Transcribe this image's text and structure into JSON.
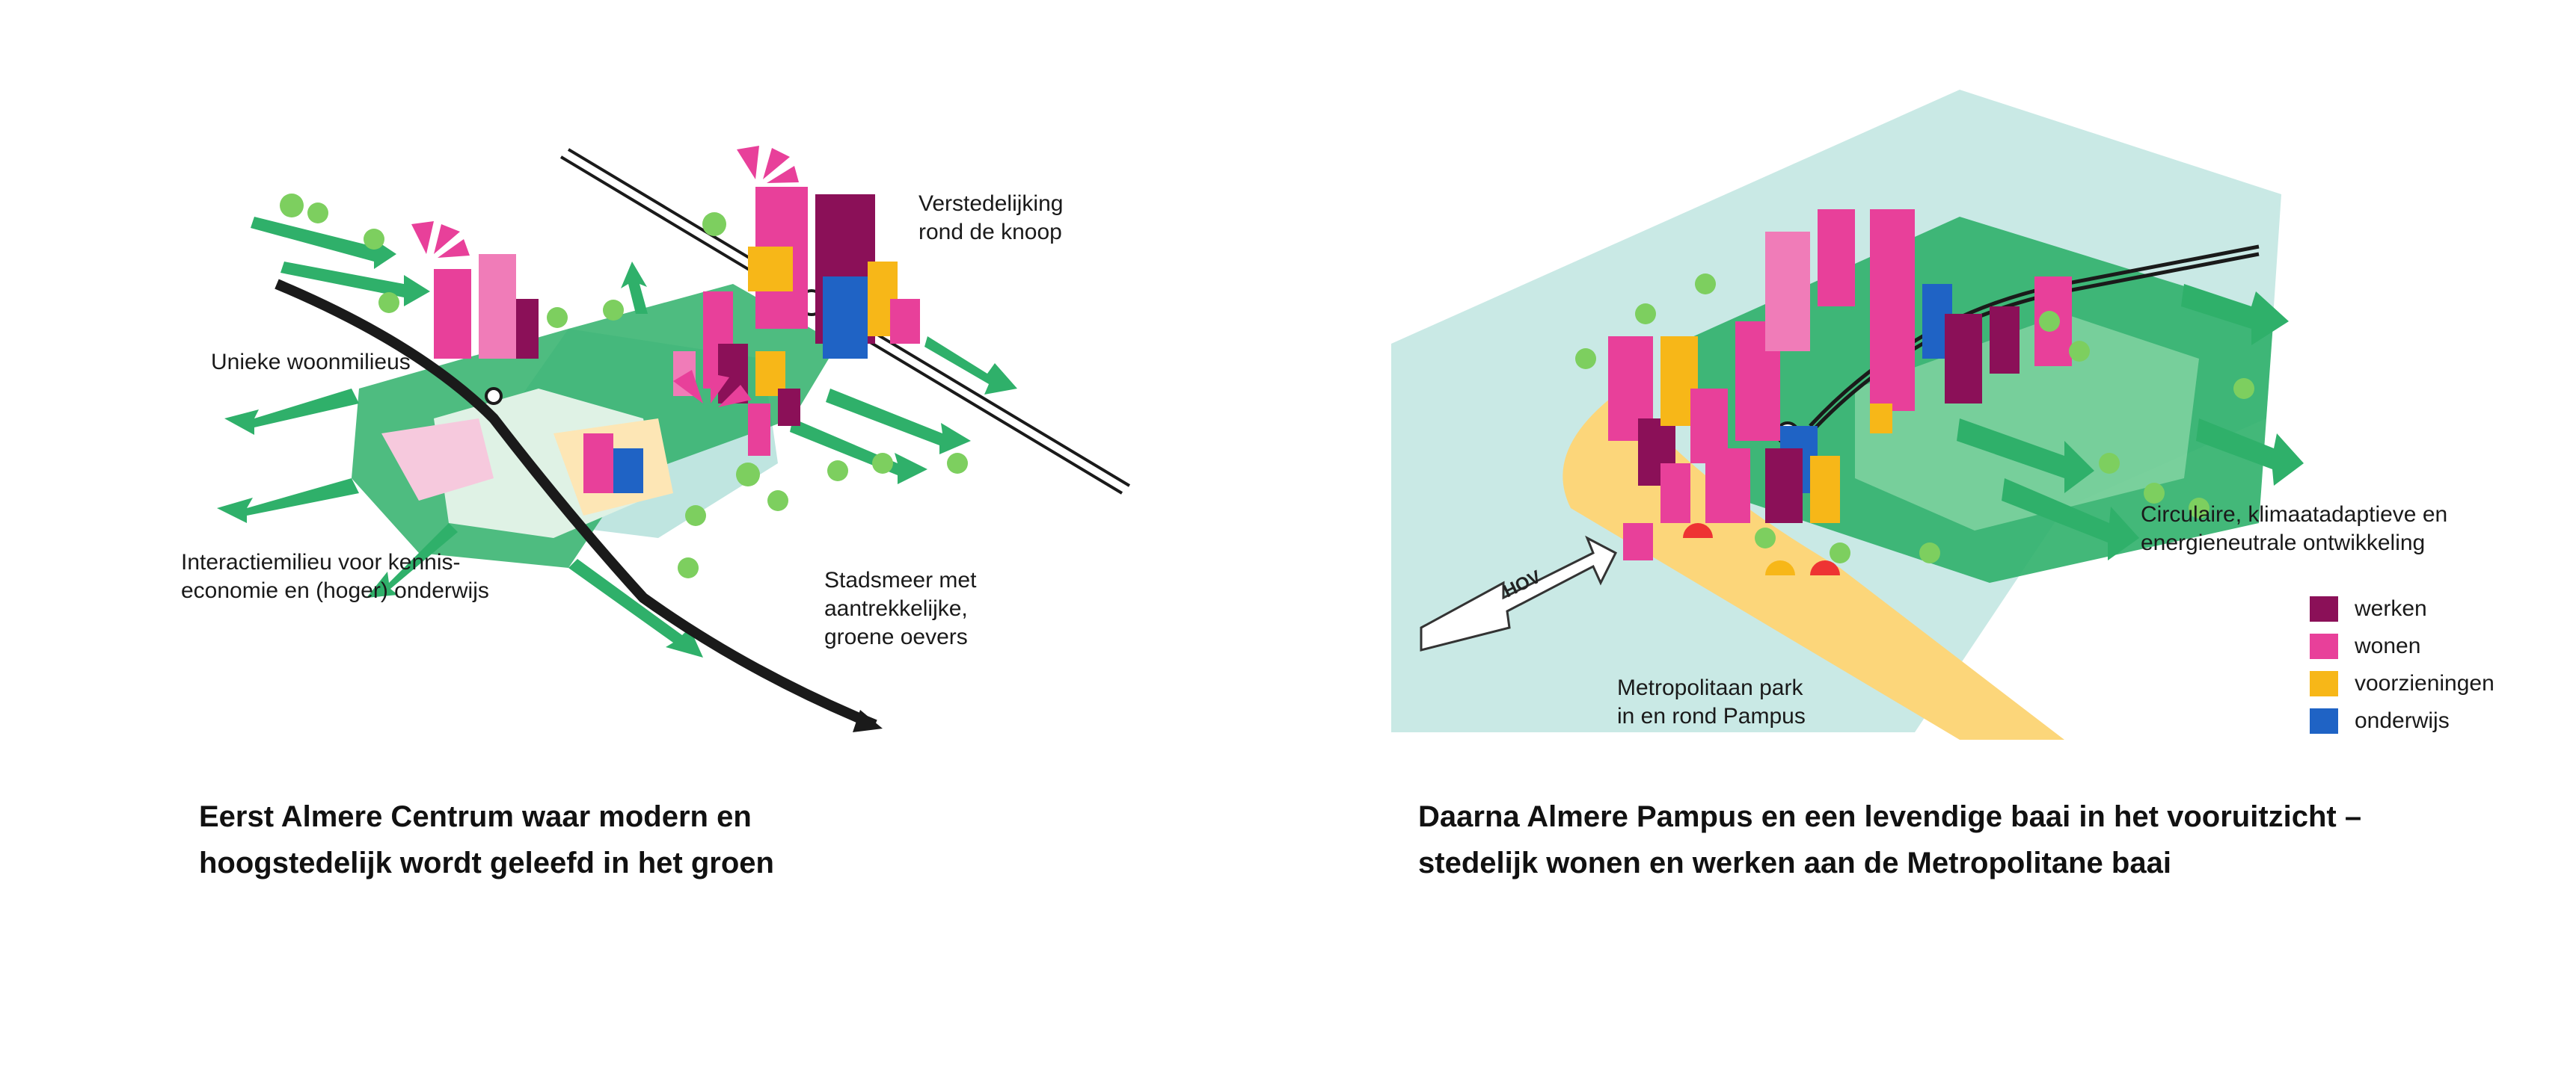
{
  "left_panel": {
    "labels": {
      "verstedelijking": "Verstedelijking\nrond de knoop",
      "unieke": "Unieke woonmilieus",
      "interactie": "Interactiemilieu voor kennis-\neconomie en (hoger) onderwijs",
      "stadsmeer": "Stadsmeer met\naantrekkelijke,\ngroene oevers"
    },
    "caption": "Eerst Almere Centrum waar modern en\nhoogstedelijk wordt geleefd in het groen"
  },
  "right_panel": {
    "labels": {
      "circulaire": "Circulaire, klimaatadaptieve en\nenergieneutrale ontwikkeling",
      "metropolitaan": "Metropolitaan park\nin en rond Pampus",
      "hov": "HOV"
    },
    "caption": "Daarna Almere Pampus en een levendige baai in het vooruitzicht –\nstedelijk wonen en werken aan de Metropolitane baai"
  },
  "legend": [
    {
      "label": "werken",
      "color": "#8b1058"
    },
    {
      "label": "wonen",
      "color": "#e8409a"
    },
    {
      "label": "voorzieningen",
      "color": "#f7b718"
    },
    {
      "label": "onderwijs",
      "color": "#1f63c5"
    }
  ],
  "colors": {
    "green": "#2fb06a",
    "water": "#bfe5e0",
    "yellow": "#fcd67a",
    "pink": "#e8409a",
    "magenta": "#8b1058"
  }
}
